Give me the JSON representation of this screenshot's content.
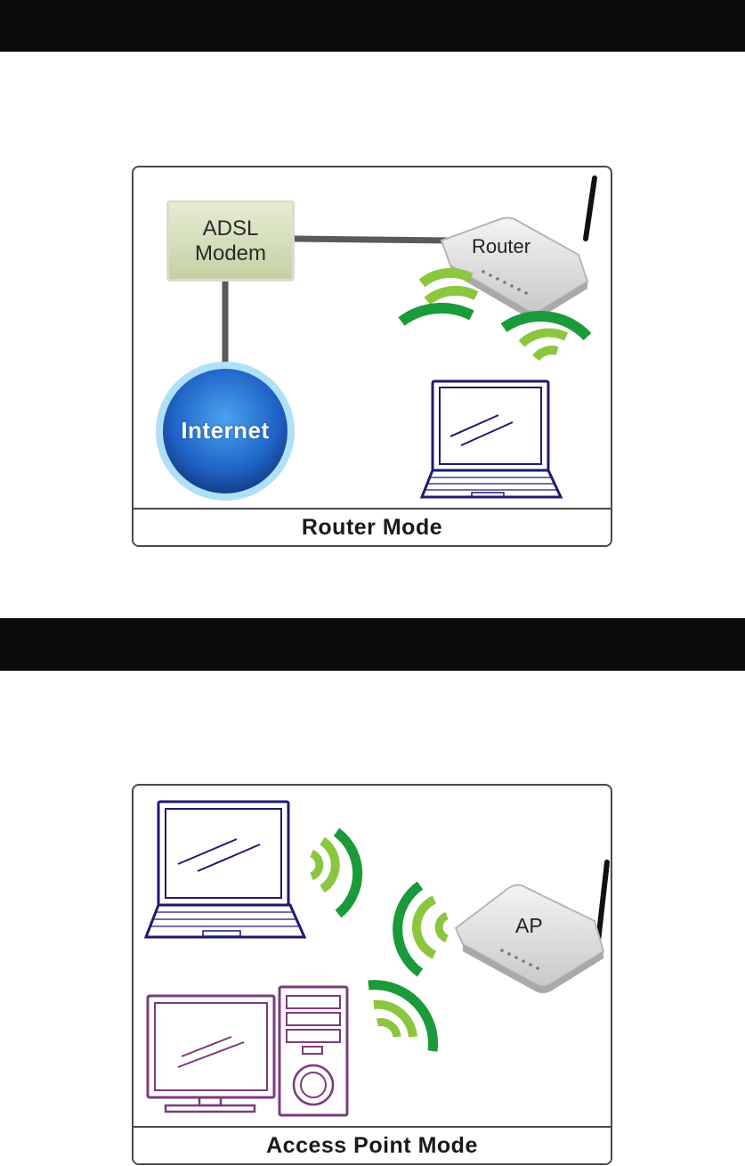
{
  "router_mode": {
    "caption": "Router Mode",
    "modem_line1": "ADSL",
    "modem_line2": "Modem",
    "router_label": "Router",
    "internet_label": "Internet"
  },
  "ap_mode": {
    "caption": "Access Point Mode",
    "ap_label": "AP"
  },
  "colors": {
    "header_bar": "#0b0b0b",
    "wifi_light": "#8cc63f",
    "wifi_dark": "#1a9a3a",
    "laptop": "#1f1a6e",
    "desktop": "#7a3b7e",
    "internet": "#1f6fd0"
  }
}
